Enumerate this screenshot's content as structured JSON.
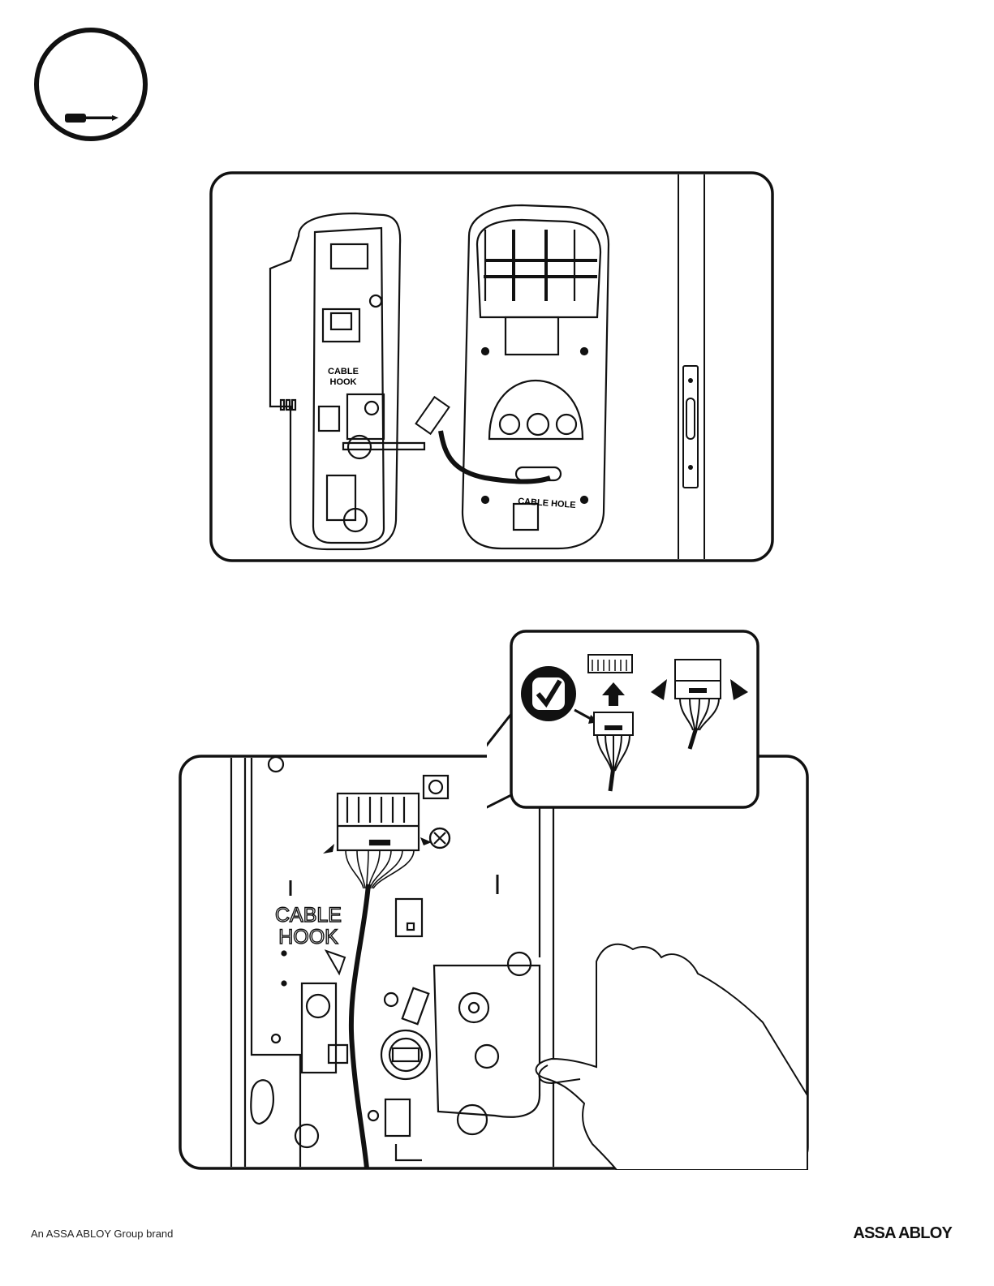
{
  "illustration_top": {
    "cable_hook_line1": "CABLE",
    "cable_hook_line2": "HOOK",
    "cable_hole": "CABLE HOLE"
  },
  "illustration_bottom": {
    "cable_hook_line1": "CABLE",
    "cable_hook_line2": "HOOK"
  },
  "icons": [
    "screwdriver-icon",
    "check-icon",
    "arrow-up-icon",
    "squeeze-arrow-icon"
  ],
  "footer": {
    "brand_text": "An ASSA ABLOY Group brand",
    "logo_text": "ASSA ABLOY"
  },
  "colors": {
    "ink": "#111111",
    "background": "#ffffff"
  }
}
